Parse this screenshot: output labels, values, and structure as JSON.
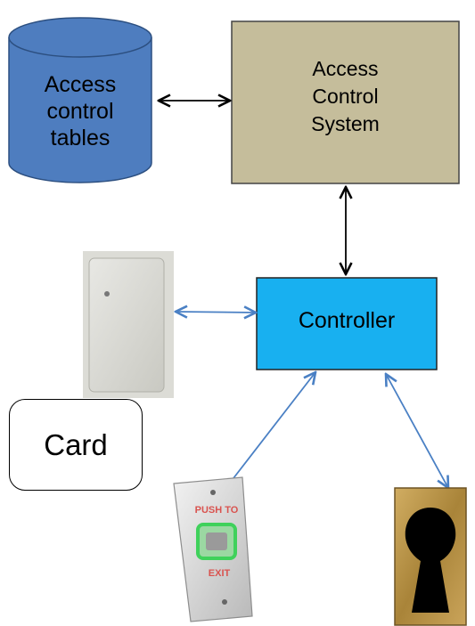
{
  "nodes": {
    "database": {
      "lines": [
        "Access",
        "control",
        "tables"
      ],
      "color": "#4e7dbf"
    },
    "access_control_system": {
      "lines": [
        "Access",
        "Control",
        "System"
      ],
      "color": "#c5bd9b"
    },
    "controller": {
      "label": "Controller",
      "color": "#18b0f0"
    },
    "card": {
      "label": "Card"
    },
    "exit_button": {
      "line1": "PUSH TO",
      "line2": "EXIT"
    }
  },
  "colors": {
    "black_arrow": "#000000",
    "blue_arrow": "#4a80c4",
    "keyhole_plate": "#b8924a"
  }
}
